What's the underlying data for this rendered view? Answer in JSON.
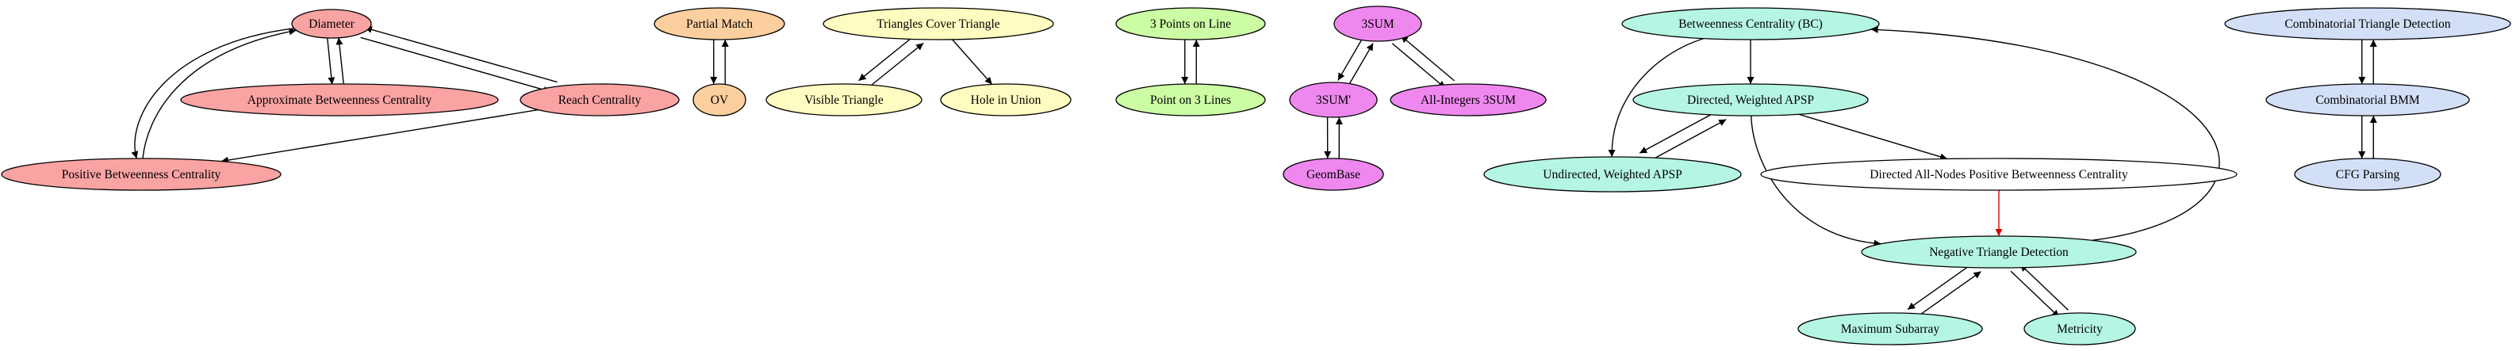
{
  "palette": {
    "red": "#f9a3a3",
    "orange": "#fccf9f",
    "yellow": "#fefcc0",
    "green": "#ccfca3",
    "magenta": "#ee88ee",
    "teal": "#b5f5e3",
    "white": "#ffffff",
    "blue": "#d3dff7",
    "stroke": "#000000",
    "accent_edge": "#d40000"
  },
  "nodes": {
    "diameter": {
      "label": "Diameter",
      "color": "red"
    },
    "approx_bc": {
      "label": "Approximate Betweenness Centrality",
      "color": "red"
    },
    "reach_centrality": {
      "label": "Reach Centrality",
      "color": "red"
    },
    "positive_bc": {
      "label": "Positive Betweenness Centrality",
      "color": "red"
    },
    "partial_match": {
      "label": "Partial Match",
      "color": "orange"
    },
    "ov": {
      "label": "OV",
      "color": "orange"
    },
    "triangles_cover": {
      "label": "Triangles Cover Triangle",
      "color": "yellow"
    },
    "visible_triangle": {
      "label": "Visible Triangle",
      "color": "yellow"
    },
    "hole_in_union": {
      "label": "Hole in Union",
      "color": "yellow"
    },
    "three_points_line": {
      "label": "3 Points on Line",
      "color": "green"
    },
    "point_on_3_lines": {
      "label": "Point on 3 Lines",
      "color": "green"
    },
    "threesum": {
      "label": "3SUM",
      "color": "magenta"
    },
    "threesum_prime": {
      "label": "3SUM'",
      "color": "magenta"
    },
    "all_integers_3sum": {
      "label": "All-Integers 3SUM",
      "color": "magenta"
    },
    "geombase": {
      "label": "GeomBase",
      "color": "magenta"
    },
    "bc": {
      "label": "Betweenness Centrality (BC)",
      "color": "teal"
    },
    "directed_apsp": {
      "label": "Directed, Weighted APSP",
      "color": "teal"
    },
    "undirected_apsp": {
      "label": "Undirected, Weighted APSP",
      "color": "teal"
    },
    "directed_all_nodes_bc": {
      "label": "Directed All-Nodes Positive Betweenness Centrality",
      "color": "white"
    },
    "negative_triangle": {
      "label": "Negative Triangle Detection",
      "color": "teal"
    },
    "max_subarray": {
      "label": "Maximum Subarray",
      "color": "teal"
    },
    "metricity": {
      "label": "Metricity",
      "color": "teal"
    },
    "combinatorial_triangle": {
      "label": "Combinatorial Triangle Detection",
      "color": "blue"
    },
    "combinatorial_bmm": {
      "label": "Combinatorial BMM",
      "color": "blue"
    },
    "cfg_parsing": {
      "label": "CFG Parsing",
      "color": "blue"
    }
  },
  "edges": [
    {
      "from": "diameter",
      "to": "approx_bc"
    },
    {
      "from": "approx_bc",
      "to": "diameter"
    },
    {
      "from": "diameter",
      "to": "reach_centrality"
    },
    {
      "from": "reach_centrality",
      "to": "diameter"
    },
    {
      "from": "diameter",
      "to": "positive_bc"
    },
    {
      "from": "positive_bc",
      "to": "diameter"
    },
    {
      "from": "reach_centrality",
      "to": "positive_bc"
    },
    {
      "from": "partial_match",
      "to": "ov"
    },
    {
      "from": "ov",
      "to": "partial_match"
    },
    {
      "from": "triangles_cover",
      "to": "visible_triangle"
    },
    {
      "from": "visible_triangle",
      "to": "triangles_cover"
    },
    {
      "from": "triangles_cover",
      "to": "hole_in_union"
    },
    {
      "from": "three_points_line",
      "to": "point_on_3_lines"
    },
    {
      "from": "point_on_3_lines",
      "to": "three_points_line"
    },
    {
      "from": "threesum",
      "to": "threesum_prime"
    },
    {
      "from": "threesum_prime",
      "to": "threesum"
    },
    {
      "from": "threesum",
      "to": "all_integers_3sum"
    },
    {
      "from": "all_integers_3sum",
      "to": "threesum"
    },
    {
      "from": "threesum_prime",
      "to": "geombase"
    },
    {
      "from": "geombase",
      "to": "threesum_prime"
    },
    {
      "from": "bc",
      "to": "directed_apsp"
    },
    {
      "from": "bc",
      "to": "undirected_apsp"
    },
    {
      "from": "directed_apsp",
      "to": "undirected_apsp"
    },
    {
      "from": "undirected_apsp",
      "to": "directed_apsp"
    },
    {
      "from": "directed_apsp",
      "to": "directed_all_nodes_bc"
    },
    {
      "from": "directed_apsp",
      "to": "negative_triangle"
    },
    {
      "from": "directed_all_nodes_bc",
      "to": "negative_triangle",
      "color": "accent_edge"
    },
    {
      "from": "negative_triangle",
      "to": "bc"
    },
    {
      "from": "negative_triangle",
      "to": "max_subarray"
    },
    {
      "from": "max_subarray",
      "to": "negative_triangle"
    },
    {
      "from": "negative_triangle",
      "to": "metricity"
    },
    {
      "from": "metricity",
      "to": "negative_triangle"
    },
    {
      "from": "combinatorial_triangle",
      "to": "combinatorial_bmm"
    },
    {
      "from": "combinatorial_bmm",
      "to": "combinatorial_triangle"
    },
    {
      "from": "combinatorial_bmm",
      "to": "cfg_parsing"
    },
    {
      "from": "cfg_parsing",
      "to": "combinatorial_bmm"
    }
  ]
}
